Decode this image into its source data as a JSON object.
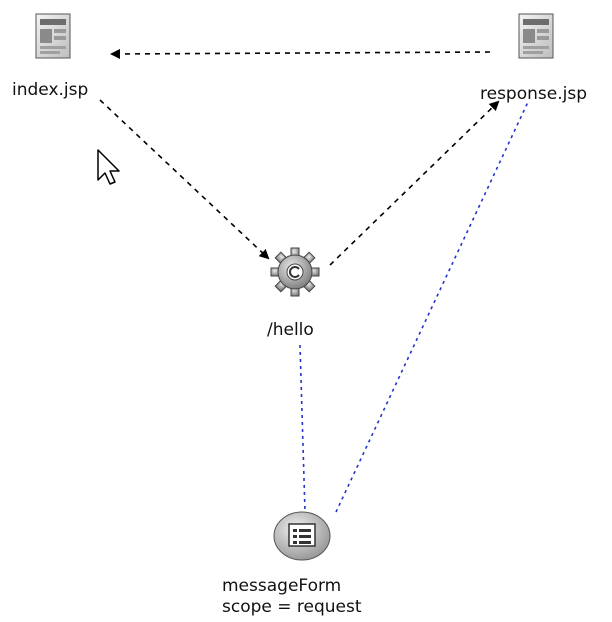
{
  "nodes": {
    "index": {
      "label": "index.jsp",
      "icon": "jsp-page-icon"
    },
    "response": {
      "label": "response.jsp",
      "icon": "jsp-page-icon"
    },
    "hello": {
      "label": "/hello",
      "icon": "action-gear-icon"
    },
    "form": {
      "label": "messageForm",
      "scope_label": "scope = request",
      "icon": "form-bean-icon"
    }
  },
  "edges": [
    {
      "from": "response",
      "to": "index",
      "style": "dashed-arrow"
    },
    {
      "from": "index",
      "to": "hello",
      "style": "dashed-arrow"
    },
    {
      "from": "hello",
      "to": "response",
      "style": "dashed-arrow"
    },
    {
      "from": "hello",
      "to": "form",
      "style": "dotted-link"
    },
    {
      "from": "form",
      "to": "response",
      "style": "dotted-link"
    }
  ],
  "colors": {
    "flow_arrow": "#000000",
    "bean_link": "#2433c8",
    "label_text": "#111111"
  }
}
